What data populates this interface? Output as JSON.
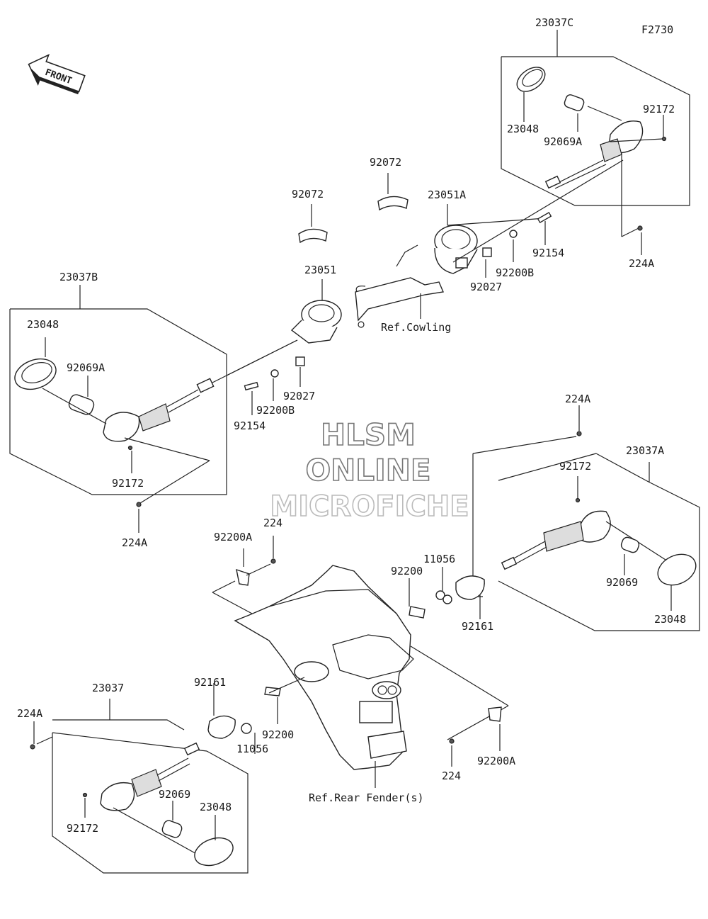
{
  "figure_code": "F2730",
  "front_arrow_label": "FRONT",
  "watermark": {
    "line1": "HLSM",
    "line2": "ONLINE",
    "line3": "MICROFICHE"
  },
  "labels": {
    "a_23037C": "23037C",
    "a_23048_tr": "23048",
    "a_92069A_tr": "92069A",
    "a_92172_tr": "92172",
    "a_224A_tr": "224A",
    "a_92072_l": "92072",
    "a_92072_r": "92072",
    "a_23051A": "23051A",
    "a_92154_r": "92154",
    "a_92200B_r": "92200B",
    "a_92027_r": "92027",
    "a_ref_cowling": "Ref.Cowling",
    "a_23051": "23051",
    "a_23037B": "23037B",
    "a_23048_l": "23048",
    "a_92069A_l": "92069A",
    "a_92027_l": "92027",
    "a_92200B_l": "92200B",
    "a_92154_l": "92154",
    "a_92172_l": "92172",
    "a_224A_l": "224A",
    "a_224A_mr": "224A",
    "a_23037A": "23037A",
    "a_92172_mr": "92172",
    "a_92069_mr": "92069",
    "a_23048_mr": "23048",
    "a_92161_mr": "92161",
    "a_11056_mr": "11056",
    "a_92200_mr": "92200",
    "a_92200A_top": "92200A",
    "a_224_top": "224",
    "a_23037": "23037",
    "a_224A_bl": "224A",
    "a_92161_bl": "92161",
    "a_11056_bl": "11056",
    "a_92200_bl": "92200",
    "a_92069_bl": "92069",
    "a_23048_bl": "23048",
    "a_92172_bl": "92172",
    "a_224_bot": "224",
    "a_92200A_bot": "92200A",
    "a_ref_rear_fender": "Ref.Rear Fender(s)"
  }
}
